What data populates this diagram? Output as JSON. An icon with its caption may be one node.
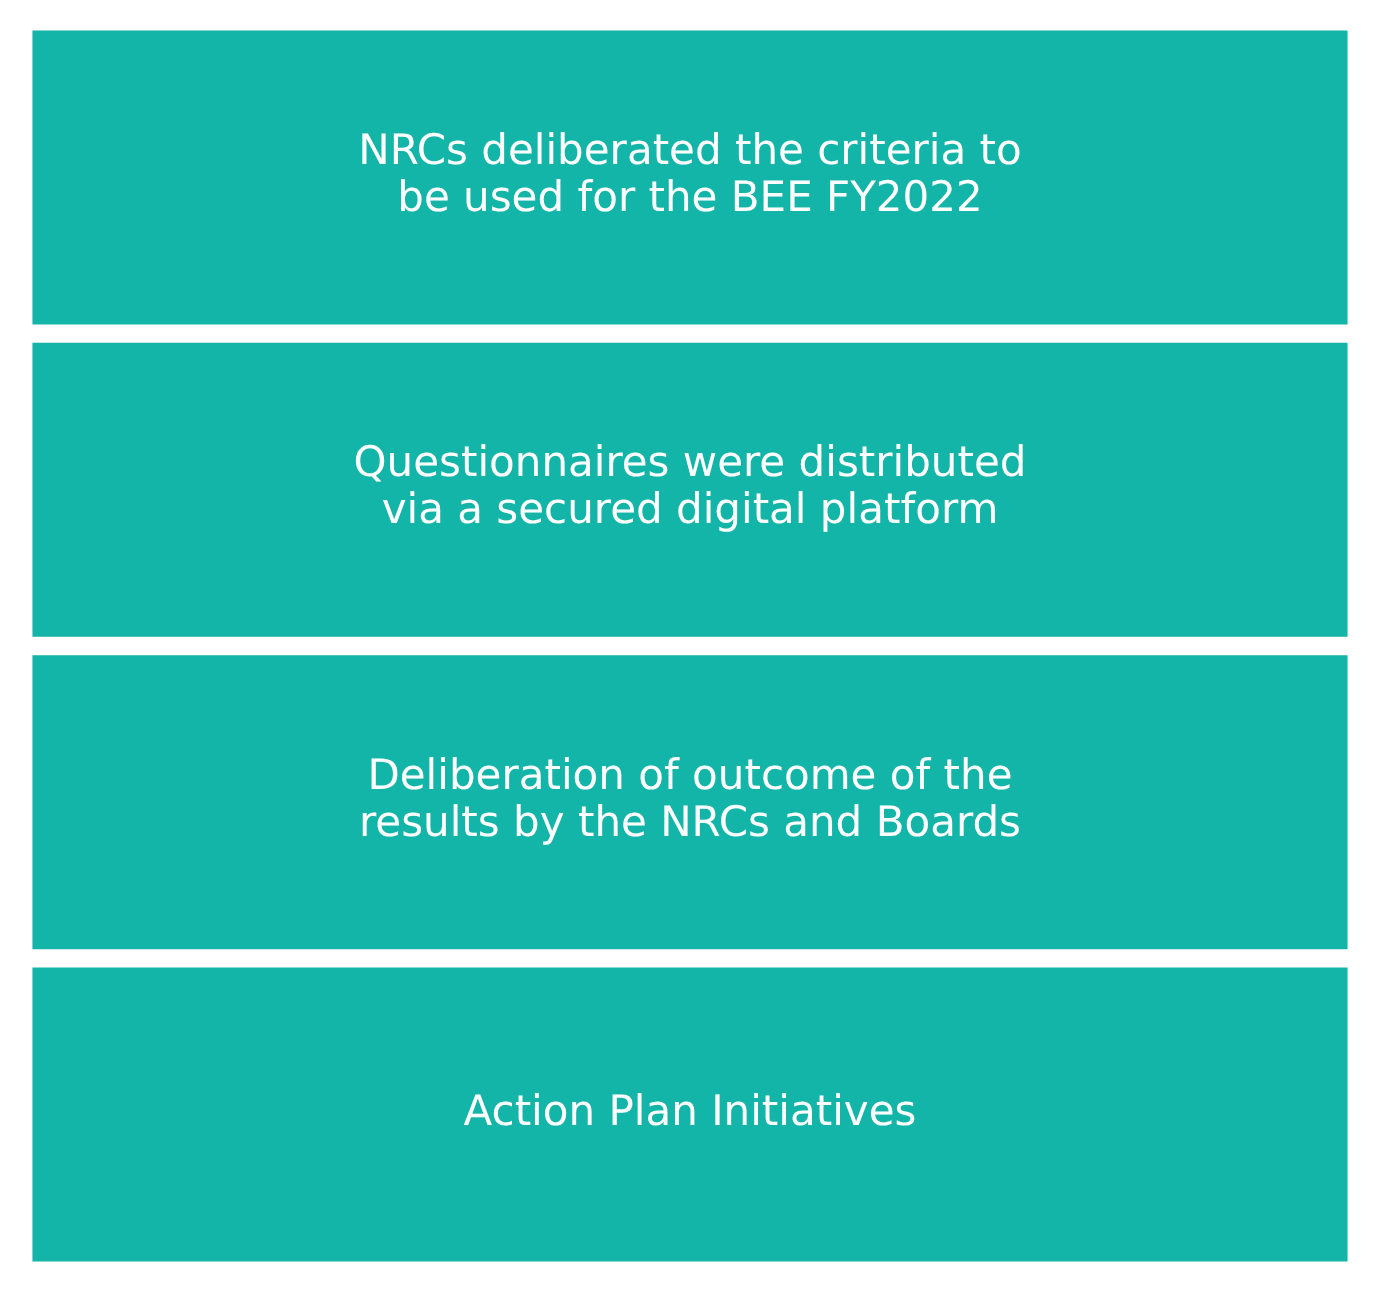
{
  "diagram": {
    "nodes": [
      {
        "text": [
          "NRCs deliberated the criteria to be used for the BEE FY2022"
        ]
      },
      {
        "text": [
          "Questionnaires were distributed via a secured digital platform"
        ]
      },
      {
        "text": [
          "Deliberation of outcome of the results by the NRCs and Boards"
        ]
      },
      {
        "text": [
          "Action Plan Initiatives"
        ]
      }
    ]
  }
}
